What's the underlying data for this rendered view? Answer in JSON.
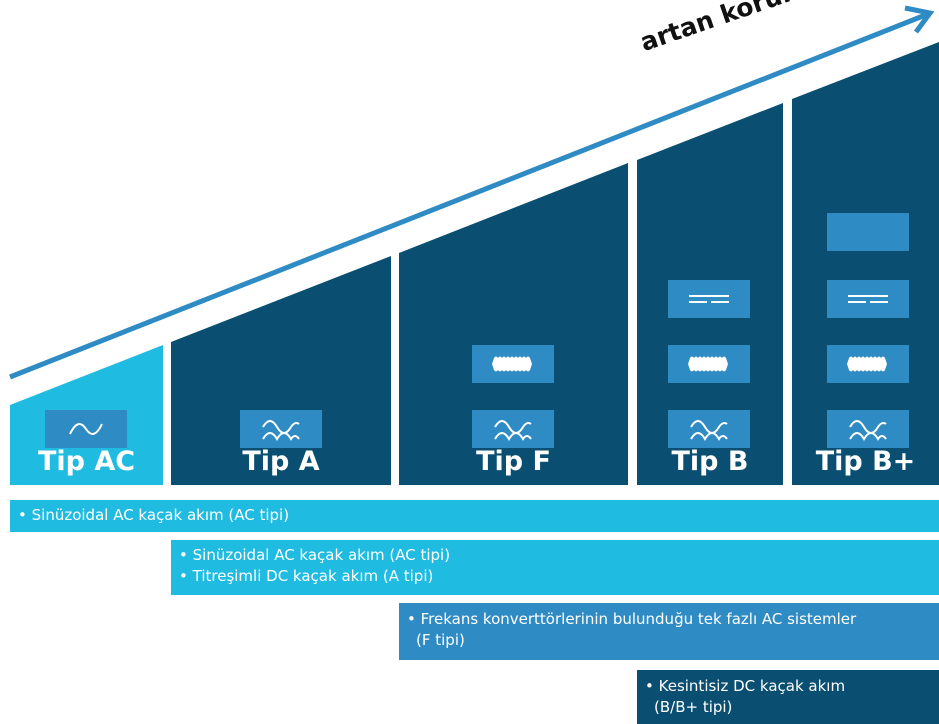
{
  "arrow": {
    "label": "artan koruma",
    "color": "#2f8bc4"
  },
  "colors": {
    "column_dark": "#0a4f72",
    "column_light": "#1fbbe0",
    "icon_bg": "#2f8bc4",
    "band_1": "#1fbbe0",
    "band_2": "#1fbbe0",
    "band_3": "#2f8bc4",
    "band_4": "#0a4f72"
  },
  "columns": [
    {
      "label": "Tip AC",
      "icons": [
        "sine-wave-icon"
      ]
    },
    {
      "label": "Tip A",
      "icons": [
        "pulsating-dc-icon"
      ]
    },
    {
      "label": "Tip F",
      "icons": [
        "mixed-frequency-icon",
        "pulsating-dc-icon"
      ]
    },
    {
      "label": "Tip B",
      "icons": [
        "smooth-dc-icon",
        "mixed-frequency-icon",
        "pulsating-dc-icon"
      ]
    },
    {
      "label": "Tip B+",
      "icons": [
        "blank-icon",
        "smooth-dc-icon",
        "mixed-frequency-icon",
        "pulsating-dc-icon"
      ]
    }
  ],
  "bands": [
    {
      "lines": [
        "Sinüzoidal AC kaçak akım (AC tipi)"
      ]
    },
    {
      "lines": [
        "Sinüzoidal AC kaçak akım (AC tipi)",
        "Titreşimli DC kaçak akım (A tipi)"
      ]
    },
    {
      "lines": [
        "Frekans konverttörlerinin bulunduğu tek fazlı AC sistemler",
        "(F tipi)"
      ]
    },
    {
      "lines": [
        "Kesintisiz DC kaçak akım",
        "(B/B+ tipi)"
      ]
    }
  ]
}
